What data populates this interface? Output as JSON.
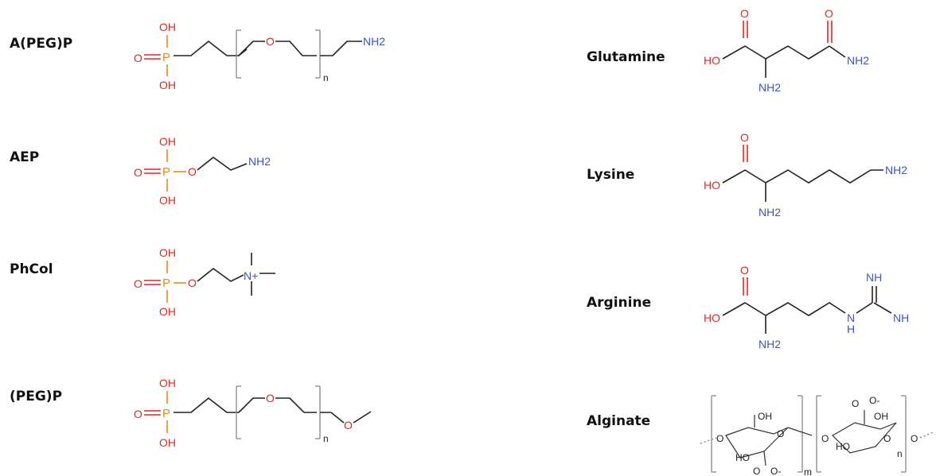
{
  "molecules": {
    "apegp": {
      "name": "A(PEG)P",
      "oh_top": "OH",
      "o_left": "O",
      "p": "P",
      "oh_bot": "OH",
      "o_chain": "O",
      "n_sub": "n",
      "nh2": "NH2"
    },
    "aep": {
      "name": "AEP",
      "oh_top": "OH",
      "o_left": "O",
      "p": "P",
      "oh_bot": "OH",
      "o_chain": "O",
      "nh2": "NH2"
    },
    "phcol": {
      "name": "PhCol",
      "oh_top": "OH",
      "o_left": "O",
      "p": "P",
      "oh_bot": "OH",
      "o_chain": "O",
      "n_plus": "N+"
    },
    "pegp": {
      "name": "(PEG)P",
      "oh_top": "OH",
      "o_left": "O",
      "p": "P",
      "oh_bot": "OH",
      "o_chain": "O",
      "n_sub": "n",
      "o_end": "O"
    },
    "glutamine": {
      "name": "Glutamine",
      "o_acid": "O",
      "ho": "HO",
      "nh2_alpha": "NH2",
      "o_amide": "O",
      "nh2_amide": "NH2"
    },
    "lysine": {
      "name": "Lysine",
      "o_acid": "O",
      "ho": "HO",
      "nh2_alpha": "NH2",
      "nh2_end": "NH2"
    },
    "arginine": {
      "name": "Arginine",
      "o_acid": "O",
      "ho": "HO",
      "nh2_alpha": "NH2",
      "nh_top": "NH",
      "nh_mid": "N",
      "h_mid": "H",
      "nh_end": "NH"
    },
    "alginate": {
      "name": "Alginate",
      "o_left": "O",
      "oh_1": "OH",
      "ho_1": "HO",
      "o_ring1": "O",
      "coo_1": "O",
      "o_minus_1": "O-",
      "m_sub": "m",
      "o_link": "O",
      "coo_2": "O",
      "o_minus_2": "O-",
      "oh_2": "OH",
      "ho_2": "HO",
      "o_ring2": "O",
      "n_sub": "n",
      "o_right": "O"
    }
  },
  "colors": {
    "oxygen": "#e8251e",
    "nitrogen": "#3d56b8",
    "phosphorus": "#ec8a14",
    "bond": "#222222",
    "bracket": "#888888"
  }
}
